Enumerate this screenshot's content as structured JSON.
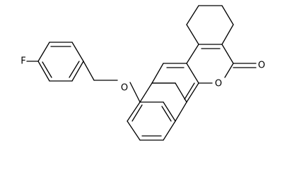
{
  "molecule": {
    "atoms": {
      "fluorine": "F",
      "ether_oxygen": "O",
      "ring_oxygen": "O",
      "carbonyl_oxygen": "O"
    },
    "colors": {
      "bond": "#000000",
      "background": "#ffffff"
    }
  }
}
